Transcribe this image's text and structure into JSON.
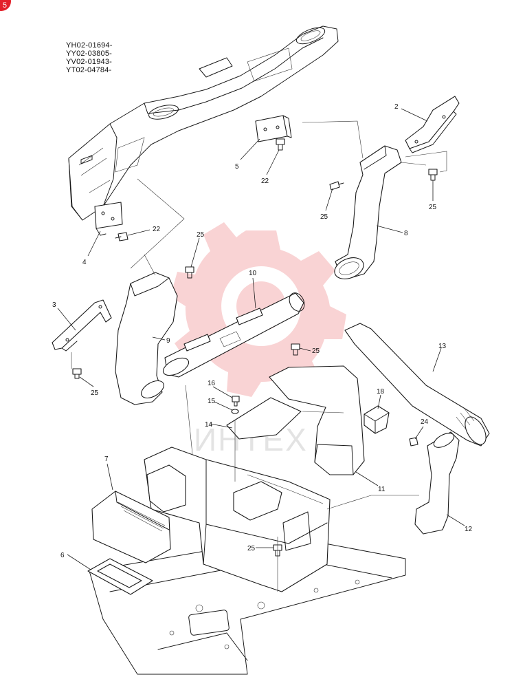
{
  "badge": "5",
  "model_codes": [
    "YH02-01694-",
    "YY02-03805-",
    "YV02-01943-",
    "YT02-04784-"
  ],
  "watermark": "ИНТЕХ",
  "callouts": [
    {
      "id": "c2",
      "text": "2"
    },
    {
      "id": "c5",
      "text": "5"
    },
    {
      "id": "c22a",
      "text": "22"
    },
    {
      "id": "c25a",
      "text": "25"
    },
    {
      "id": "c25b",
      "text": "25"
    },
    {
      "id": "c8",
      "text": "8"
    },
    {
      "id": "c22b",
      "text": "22"
    },
    {
      "id": "c4",
      "text": "4"
    },
    {
      "id": "c25c",
      "text": "25"
    },
    {
      "id": "c10",
      "text": "10"
    },
    {
      "id": "c3",
      "text": "3"
    },
    {
      "id": "c9",
      "text": "9"
    },
    {
      "id": "c25d",
      "text": "25"
    },
    {
      "id": "c25e",
      "text": "25"
    },
    {
      "id": "c13",
      "text": "13"
    },
    {
      "id": "c16",
      "text": "16"
    },
    {
      "id": "c15",
      "text": "15"
    },
    {
      "id": "c14",
      "text": "14"
    },
    {
      "id": "c18",
      "text": "18"
    },
    {
      "id": "c24",
      "text": "24"
    },
    {
      "id": "c7",
      "text": "7"
    },
    {
      "id": "c11",
      "text": "11"
    },
    {
      "id": "c12",
      "text": "12"
    },
    {
      "id": "c25f",
      "text": "25"
    },
    {
      "id": "c6",
      "text": "6"
    }
  ]
}
